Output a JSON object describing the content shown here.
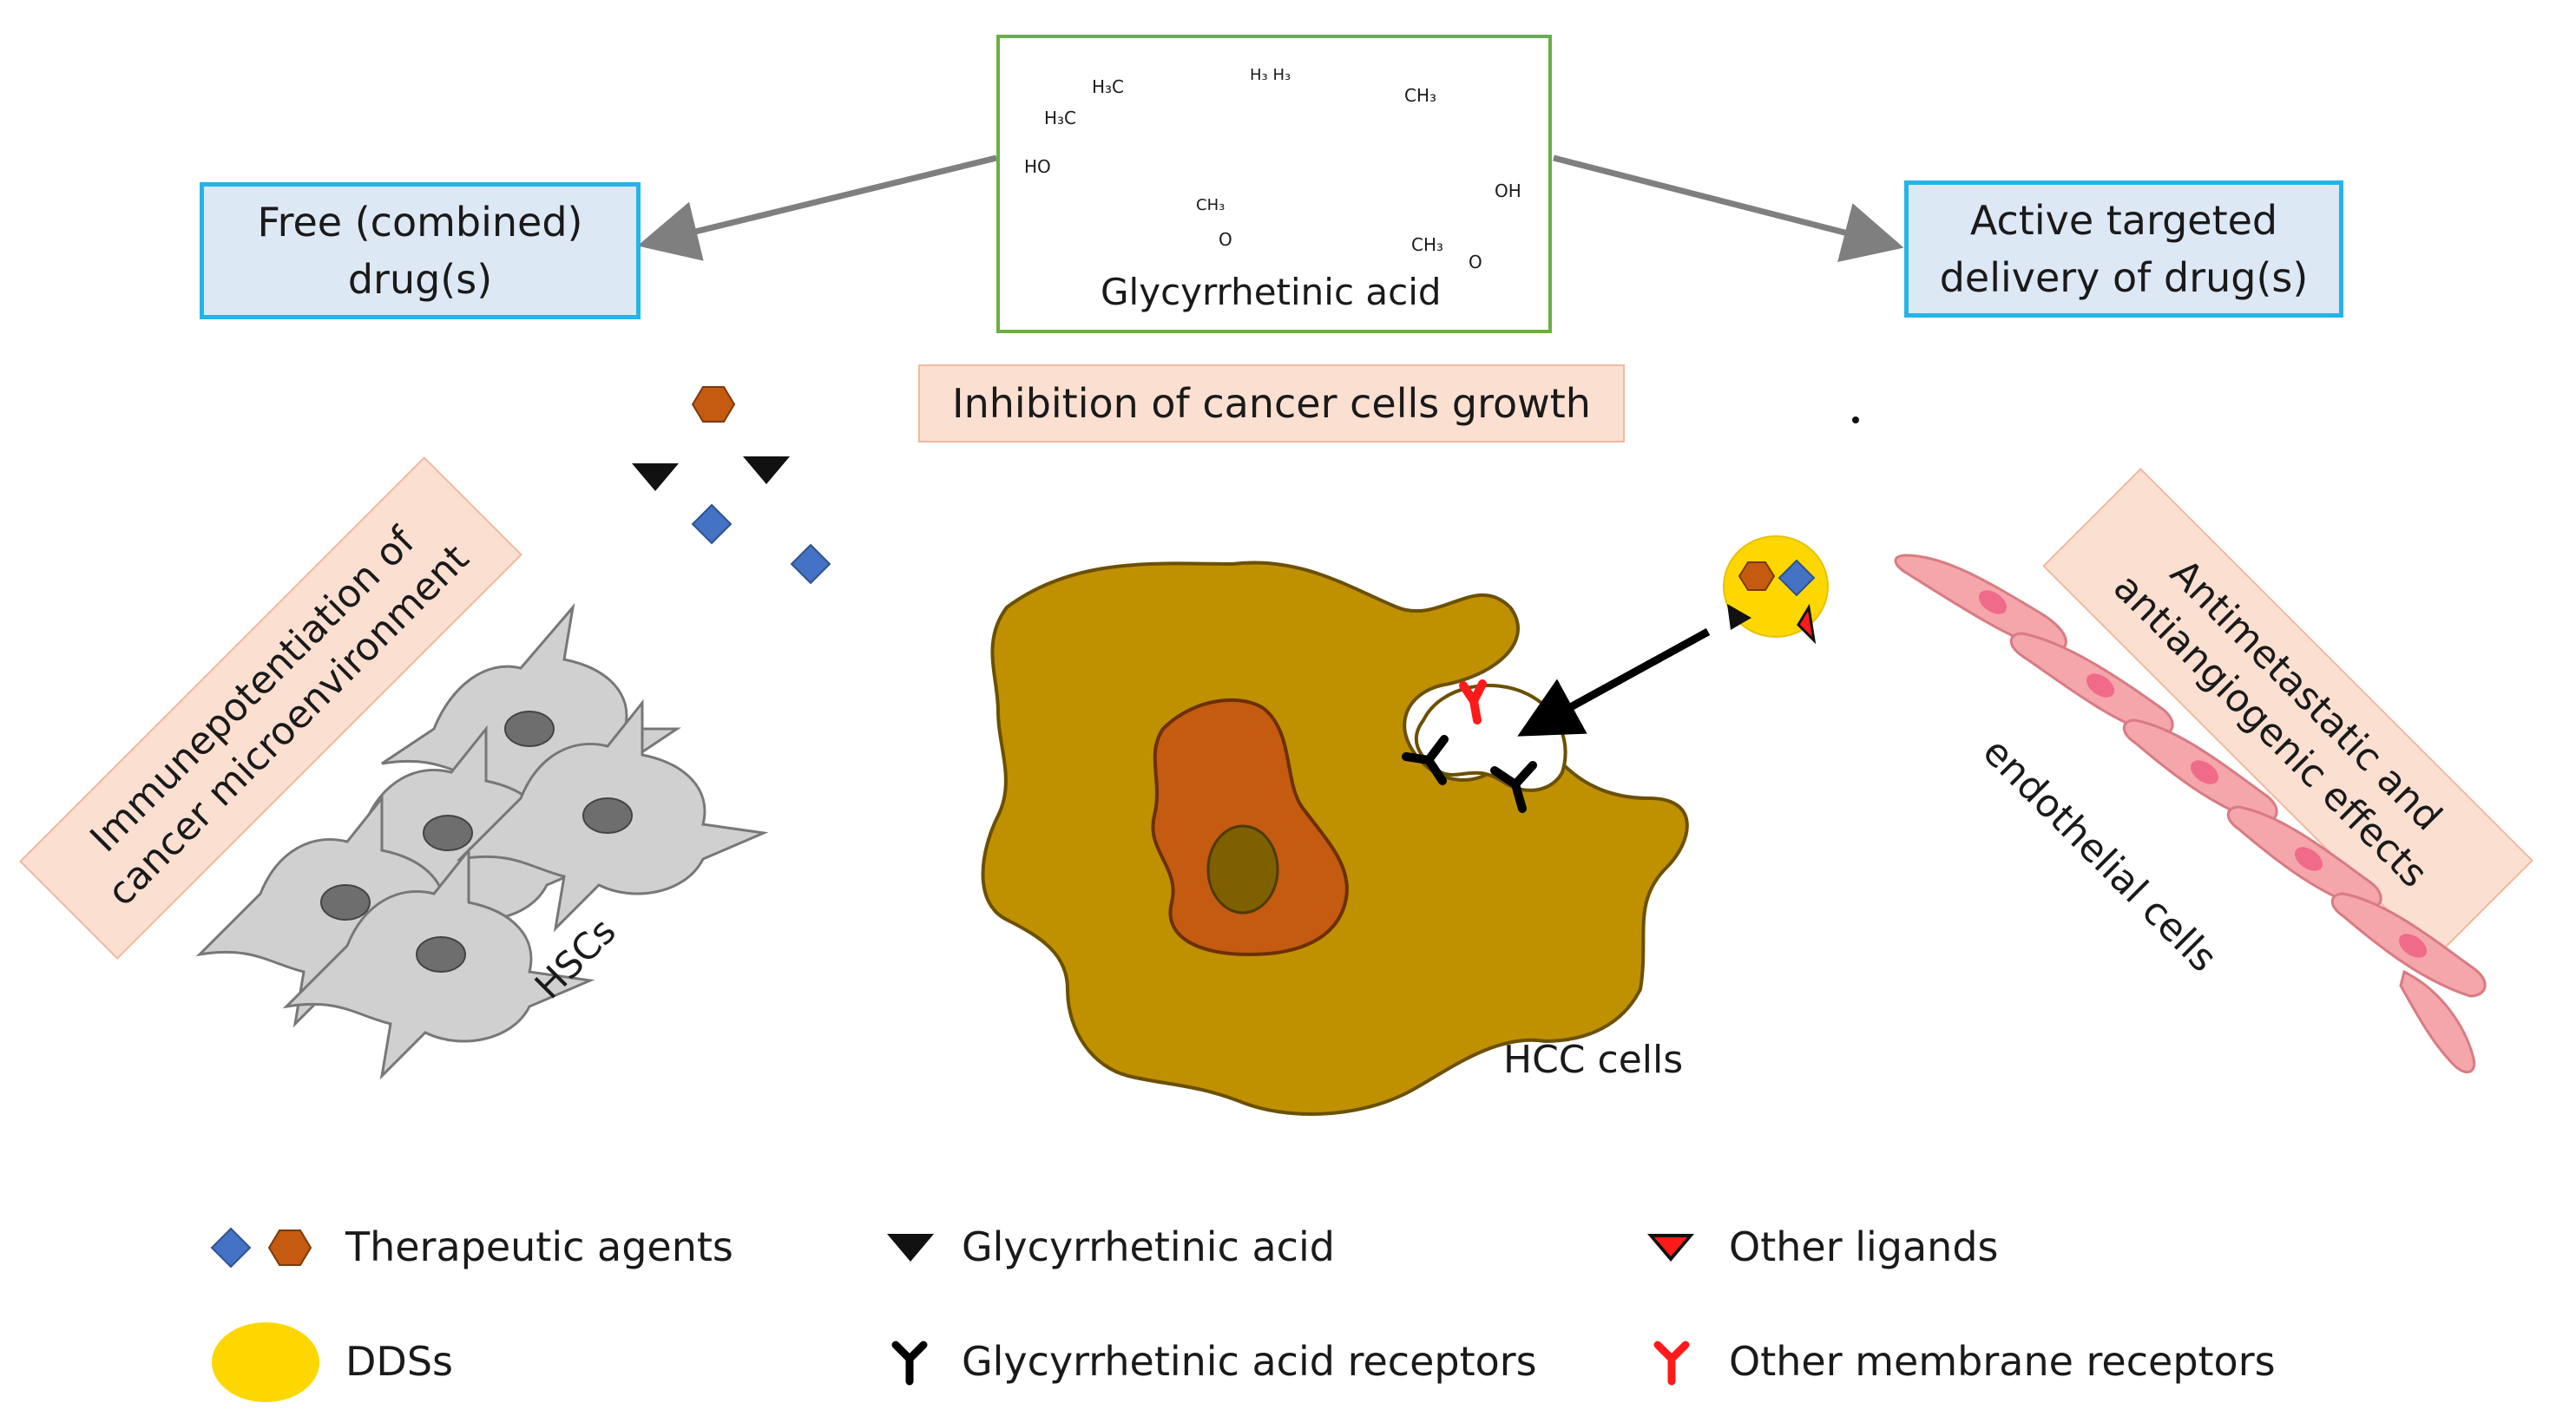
{
  "top": {
    "molecule_name": "Glycyrrhetinic acid",
    "left_box": "Free (combined) drug(s)",
    "right_box": "Active targeted delivery of drug(s)",
    "center_effect": "Inhibition of cancer cells growth"
  },
  "molecule_labels": {
    "h3c_a": "H₃C",
    "h3c_b": "H₃C",
    "ho": "HO",
    "h_top": "H₃ H₃",
    "ch3_top_right": "CH₃",
    "ch3_mid": "CH₃",
    "ch3_bottom": "CH₃",
    "oh": "OH",
    "o_ketone": "O",
    "o_acid": "O"
  },
  "left_panel": {
    "effect": "Immunepotentiation of cancer microenvironment",
    "effect_line1": "Immunepotentiation of",
    "effect_line2": "cancer microenvironment",
    "cells_label": "HSCs"
  },
  "center_panel": {
    "cells_label": "HCC cells"
  },
  "right_panel": {
    "effect_line1": "Antimetastatic and",
    "effect_line2": "antiangiogenic effects",
    "cells_label": "endothelial cells"
  },
  "legend": [
    {
      "icon": "diamond-hexagon-icon",
      "label": "Therapeutic agents"
    },
    {
      "icon": "black-triangle-icon",
      "label": "Glycyrrhetinic acid"
    },
    {
      "icon": "red-triangle-icon",
      "label": "Other ligands"
    },
    {
      "icon": "yellow-ellipse-icon",
      "label": "DDSs"
    },
    {
      "icon": "black-y-receptor-icon",
      "label": "Glycyrrhetinic acid receptors"
    },
    {
      "icon": "red-y-receptor-icon",
      "label": "Other membrane receptors"
    }
  ],
  "colors": {
    "therapeutic_diamond": "#4472c4",
    "therapeutic_hexagon": "#c55a11",
    "dds": "#ffd700",
    "hcc_cell": "#bf9000",
    "hcc_nucleus": "#c55a11",
    "hsc_cell": "#d0d0d0",
    "endothelial": "#f4a6ab",
    "box_border_blue": "#25b3e8",
    "box_border_green": "#6aae45",
    "peach_fill": "#fbe0d2"
  }
}
